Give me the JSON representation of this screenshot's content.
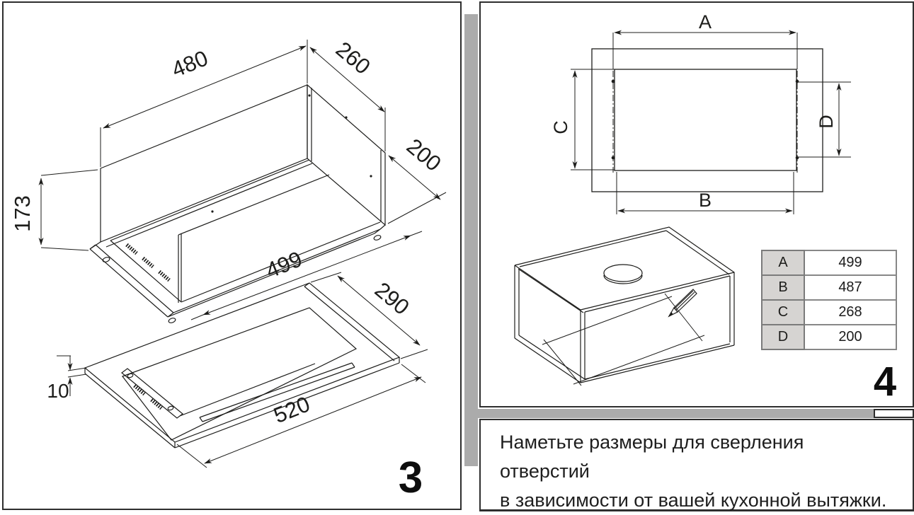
{
  "page": {
    "type": "cooker-hood installation manual — steps 3 and 4"
  },
  "panels": {
    "left": {
      "figure_number": "3",
      "dimensions": {
        "top_width": "480",
        "top_depth": "260",
        "right_height": "200",
        "left_height": "173",
        "cutout_length": "499",
        "cutout_depth": "290",
        "panel_thickness": "10",
        "panel_length": "520"
      }
    },
    "right": {
      "figure_number": "4",
      "cutout_diagram": {
        "label_a": "A",
        "label_b": "B",
        "label_c": "C",
        "label_d": "D"
      },
      "dimensions_table": {
        "rows": [
          {
            "label": "A",
            "value": "499"
          },
          {
            "label": "B",
            "value": "487"
          },
          {
            "label": "C",
            "value": "268"
          },
          {
            "label": "D",
            "value": "200"
          }
        ]
      },
      "instruction": {
        "line1": "Наметьте размеры для сверления отверстий",
        "line2": "в зависимости от вашей кухонной вытяжки."
      }
    }
  },
  "colors": {
    "line": "#1d1d1b",
    "panel_border": "#2e2e2e",
    "divider_gray": "#ababab",
    "table_header_bg": "#d6d4d2",
    "table_border": "#878787"
  }
}
